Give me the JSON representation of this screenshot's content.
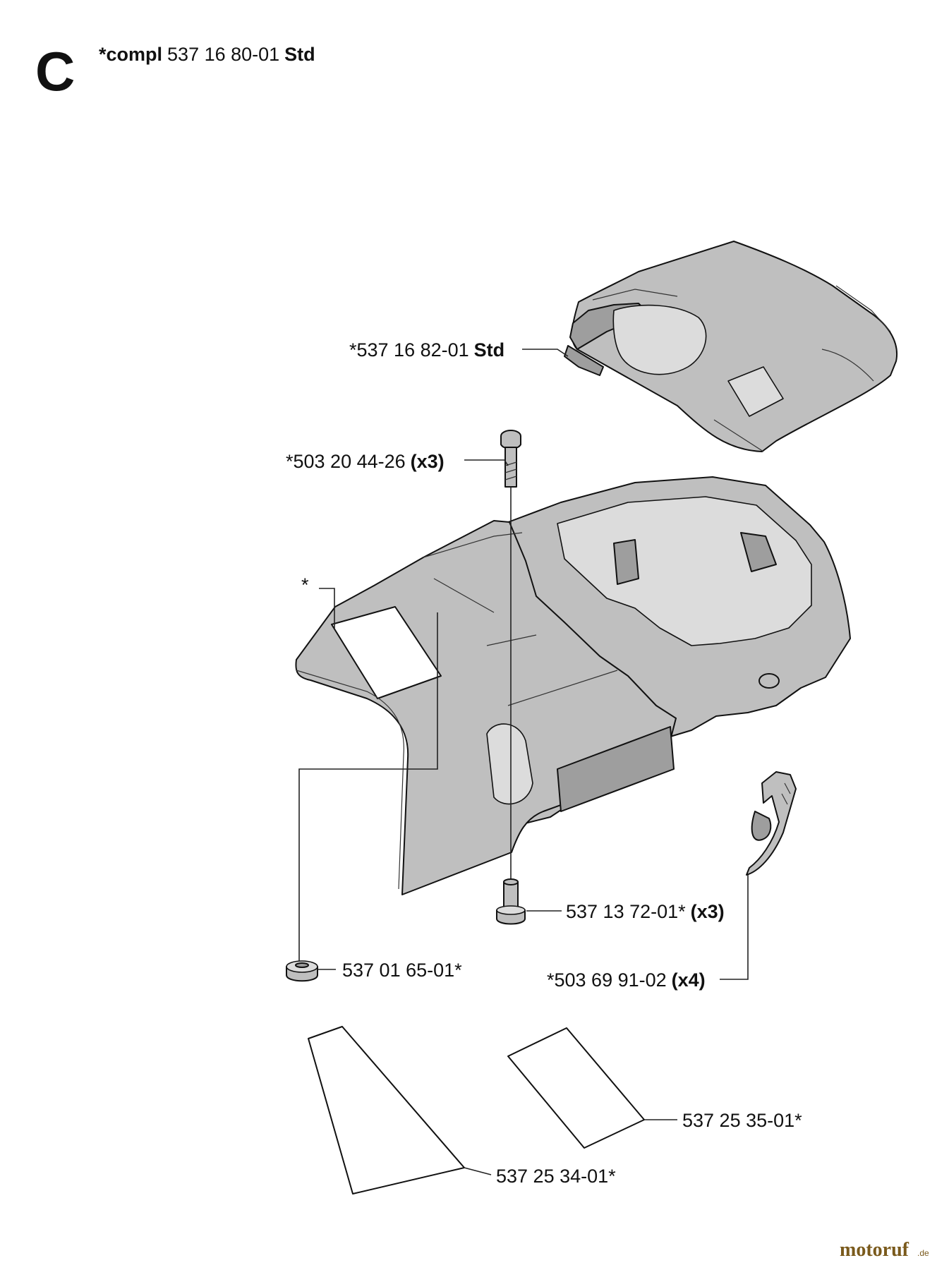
{
  "header": {
    "section_letter": "C",
    "prefix": "*compl",
    "number": "537 16 80-01",
    "suffix": "Std"
  },
  "labels": {
    "top_cover": {
      "num": "*537 16 82-01",
      "suffix": "Std"
    },
    "screw": {
      "num": "*503 20 44-26",
      "qty": "(x3)"
    },
    "asterisk": {
      "num": "*"
    },
    "sleeve": {
      "num": "537 13 72-01*",
      "qty": "(x3)"
    },
    "grommet": {
      "num": "537 01 65-01*"
    },
    "clip": {
      "num": "*503 69 91-02",
      "qty": "(x4)"
    },
    "decal_right": {
      "num": "537 25 35-01*"
    },
    "decal_left": {
      "num": "537 25 34-01*"
    }
  },
  "watermark": {
    "brand": "motoruf",
    "tld": ".de"
  }
}
